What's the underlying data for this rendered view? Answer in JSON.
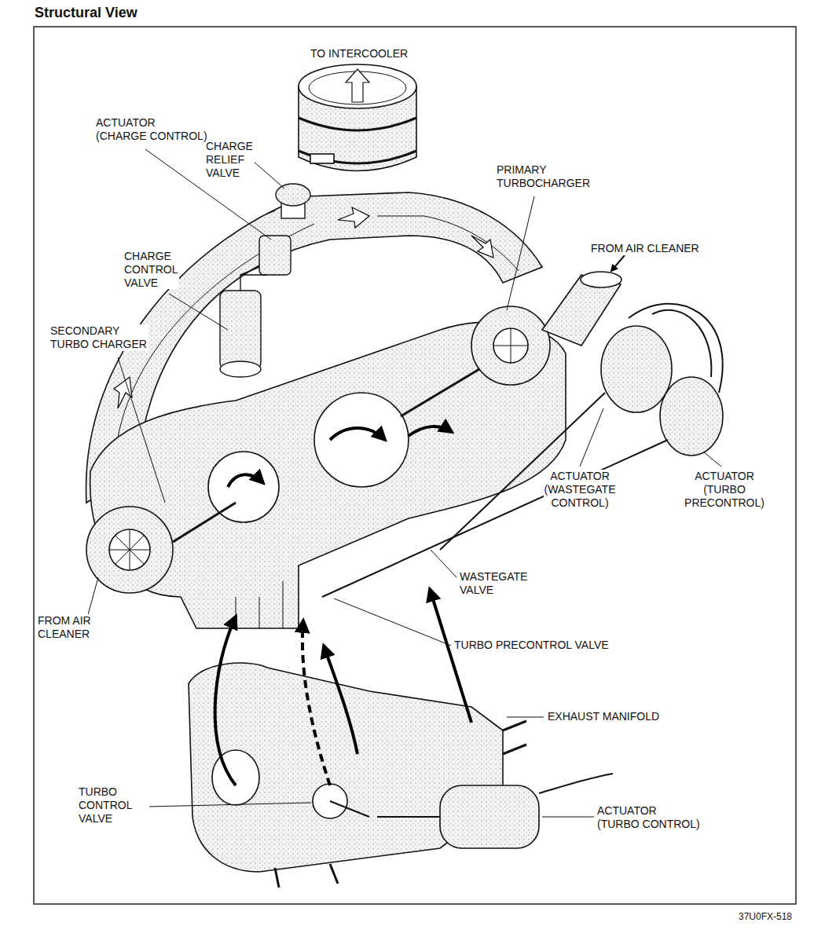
{
  "diagram": {
    "title": "Structural View",
    "labels": [
      "TO INTERCOOLER",
      "ACTUATOR (CHARGE CONTROL)",
      "CHARGE RELIEF VALVE",
      "PRIMARY TURBOCHARGER",
      "FROM AIR CLEANER",
      "CHARGE CONTROL VALVE",
      "SECONDARY TURBO CHARGER",
      "ACTUATOR (WASTEGATE CONTROL)",
      "ACTUATOR (TURBO PRECONTROL)",
      "WASTEGATE VALVE",
      "FROM AIR CLEANER",
      "TURBO PRECONTROL VALVE",
      "EXHAUST MANIFOLD",
      "TURBO CONTROL VALVE",
      "ACTUATOR (TURBO CONTROL)",
      "37U0FX-518"
    ]
  }
}
